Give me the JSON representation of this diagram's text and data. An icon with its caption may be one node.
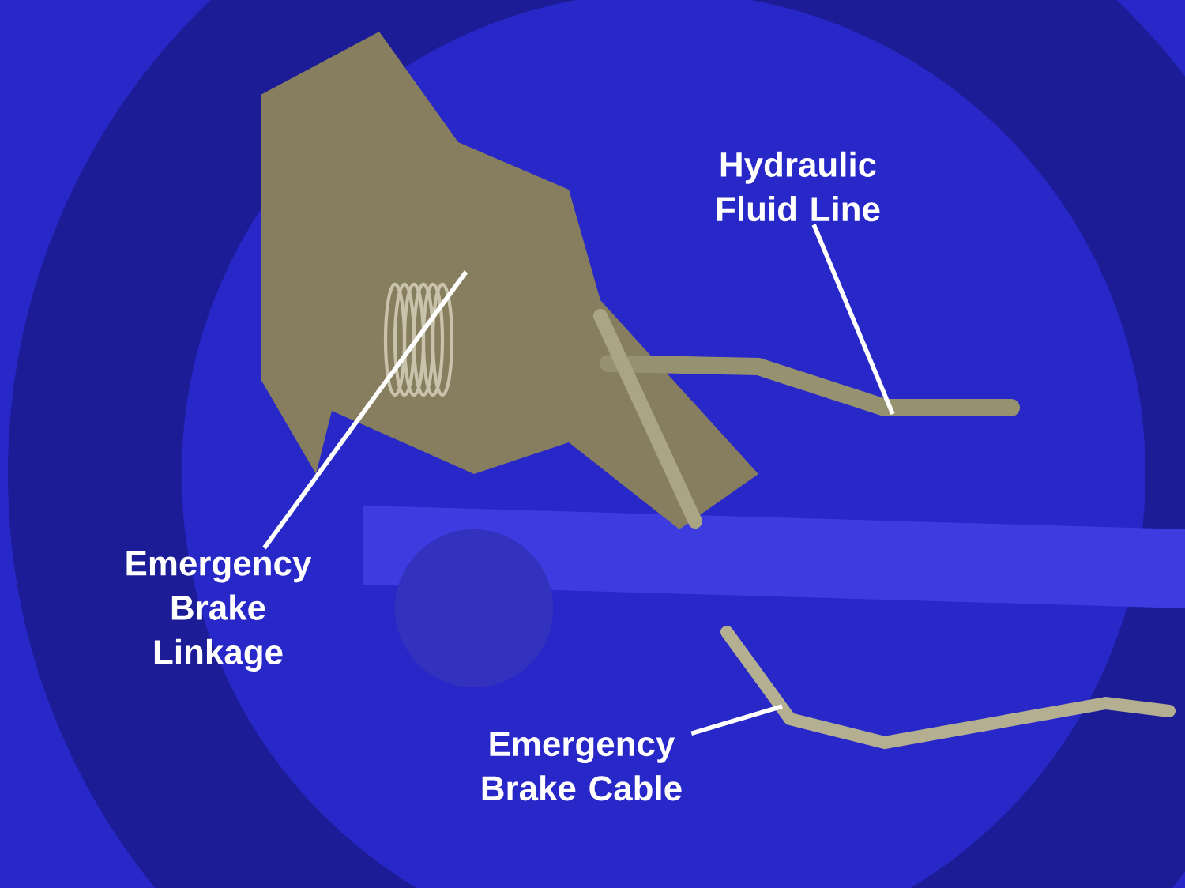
{
  "diagram": {
    "nodes": [
      {
        "text": [
          "Hydraulic Fluid Line"
        ]
      },
      {
        "text": [
          "Emergency Brake Linkage"
        ]
      },
      {
        "text": [
          "Emergency Brake Cable"
        ]
      }
    ],
    "edges": [
      {
        "from": 0,
        "to": null,
        "arrow": "none"
      },
      {
        "from": 1,
        "to": null,
        "arrow": "none"
      },
      {
        "from": 2,
        "to": null,
        "arrow": "none"
      }
    ]
  }
}
